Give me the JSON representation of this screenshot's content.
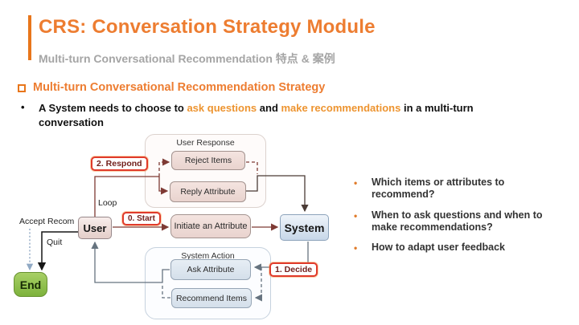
{
  "slide": {
    "title": "CRS: Conversation Strategy Module",
    "subtitle": "Multi-turn Conversational Recommendation 特点 & 案例",
    "section_heading": "Multi-turn Conversational Recommendation Strategy",
    "intro": {
      "bullet_glyph": "•",
      "part1": "A System needs to choose to ",
      "highlight1": "ask questions",
      "part2": " and ",
      "highlight2": "make recommendations",
      "part3": " in a multi-turn conversation"
    }
  },
  "diagram": {
    "groups": {
      "user_response": "User Response",
      "system_action": "System Action"
    },
    "nodes": {
      "reject_items": "Reject Items",
      "reply_attribute": "Reply Attribute",
      "initiate_attribute": "Initiate an Attribute",
      "ask_attribute": "Ask Attribute",
      "recommend_items": "Recommend Items",
      "user": "User",
      "system": "System",
      "end": "End"
    },
    "step_labels": {
      "respond": "2. Respond",
      "start": "0. Start",
      "decide": "1. Decide"
    },
    "annotations": {
      "loop": "Loop",
      "accept_recom": "Accept Recom",
      "quit": "Quit"
    }
  },
  "questions": {
    "bullet_glyph": "•",
    "items": [
      "Which items or attributes to recommend?",
      "When to ask questions and when to make recommendations?",
      "How to adapt user feedback"
    ]
  },
  "colors": {
    "accent_orange": "#ED7D31",
    "highlight_orange": "#ED9430",
    "subtitle_gray": "#A5A5A5",
    "step_label_red": "#E03A2B",
    "arrow_maroon": "#7E3A34",
    "arrow_gray": "#66737F",
    "accept_dotted_blue": "#90A9C4",
    "pink_box": "#EFDCD7",
    "blue_box": "#DCE5EF",
    "end_green": "#8DC04B"
  }
}
